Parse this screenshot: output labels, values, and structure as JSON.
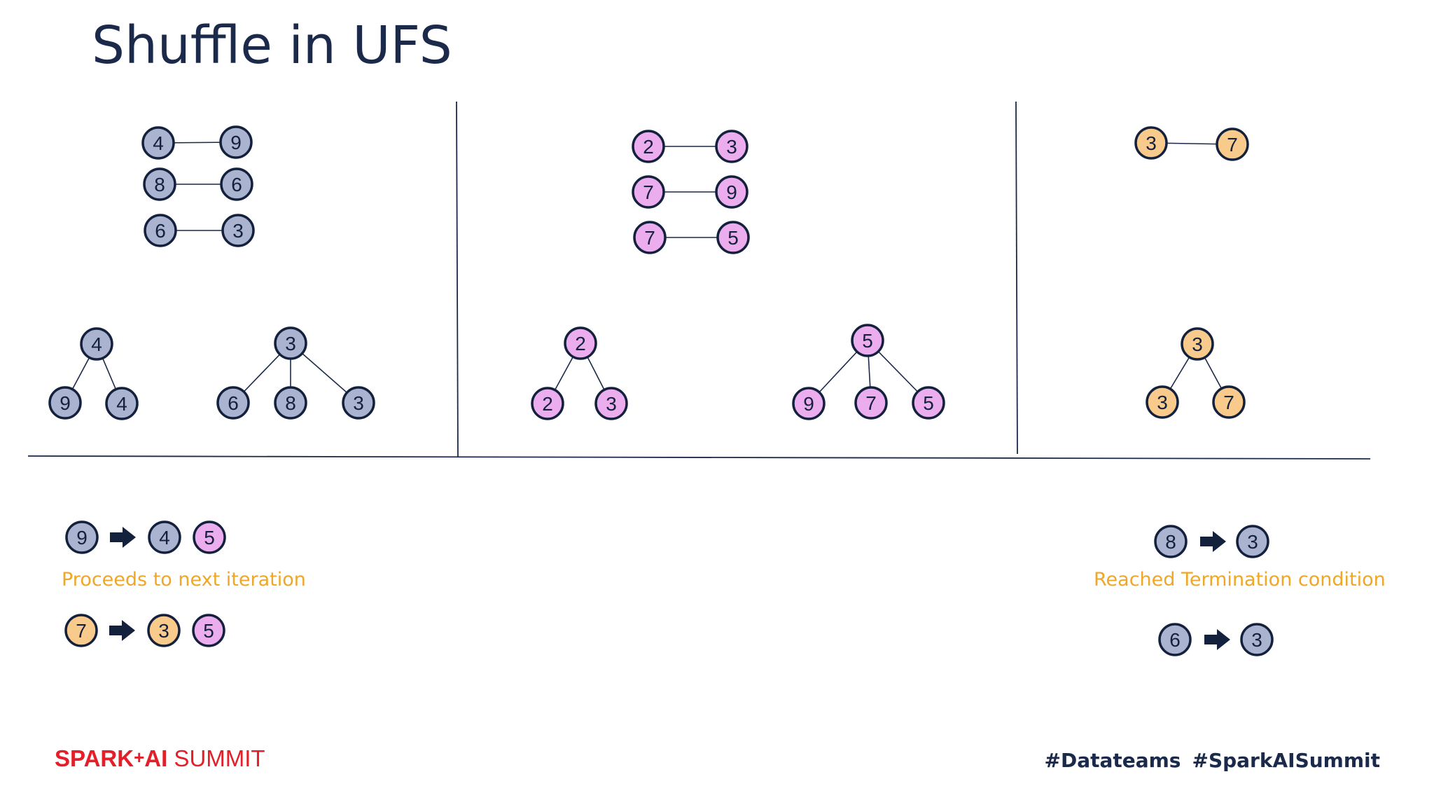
{
  "slide": {
    "title": "Shuffle in UFS",
    "colors": {
      "gray": "#aab3cf",
      "pink": "#ecadef",
      "orange": "#f8cb8d",
      "stroke": "#13213d",
      "caption": "#f0a626",
      "brand": "#e3202a",
      "text": "#1b2a4a"
    },
    "captions": {
      "left": "Proceeds to next iteration",
      "right": "Reached Termination condition"
    },
    "footer": {
      "brand_part1": "SPARK",
      "brand_plus": "+",
      "brand_part2": "AI",
      "brand_part3": " SUMMIT",
      "hashtag1": "#Datateams",
      "hashtag2": "#SparkAISummit"
    }
  },
  "diagram": {
    "panels": [
      {
        "color": "gray",
        "pairs": [
          [
            "4",
            "9"
          ],
          [
            "8",
            "6"
          ],
          [
            "6",
            "3"
          ]
        ],
        "trees": [
          {
            "root": "4",
            "children": [
              "9",
              "4"
            ]
          },
          {
            "root": "3",
            "children": [
              "6",
              "8",
              "3"
            ]
          }
        ]
      },
      {
        "color": "pink",
        "pairs": [
          [
            "2",
            "3"
          ],
          [
            "7",
            "9"
          ],
          [
            "7",
            "5"
          ]
        ],
        "trees": [
          {
            "root": "2",
            "children": [
              "2",
              "3"
            ]
          },
          {
            "root": "5",
            "children": [
              "9",
              "7",
              "5"
            ]
          }
        ]
      },
      {
        "color": "orange",
        "pairs": [
          [
            "3",
            "7"
          ]
        ],
        "trees": [
          {
            "root": "3",
            "children": [
              "3",
              "7"
            ]
          }
        ]
      }
    ],
    "results_left": [
      {
        "from": {
          "label": "9",
          "color": "gray"
        },
        "to": [
          {
            "label": "4",
            "color": "gray"
          },
          {
            "label": "5",
            "color": "pink"
          }
        ]
      },
      {
        "from": {
          "label": "7",
          "color": "orange"
        },
        "to": [
          {
            "label": "3",
            "color": "orange"
          },
          {
            "label": "5",
            "color": "pink"
          }
        ]
      }
    ],
    "results_right": [
      {
        "from": {
          "label": "8",
          "color": "gray"
        },
        "to": [
          {
            "label": "3",
            "color": "gray"
          }
        ]
      },
      {
        "from": {
          "label": "6",
          "color": "gray"
        },
        "to": [
          {
            "label": "3",
            "color": "gray"
          }
        ]
      }
    ]
  }
}
